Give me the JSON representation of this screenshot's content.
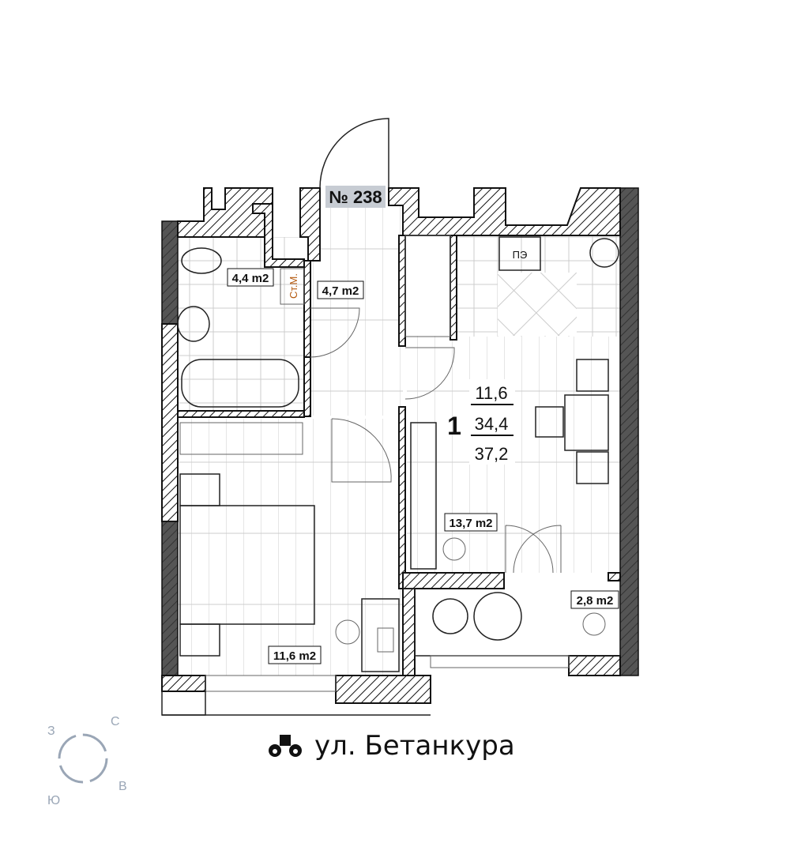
{
  "plan": {
    "apartment_number": "№ 238",
    "rooms_count": "1",
    "area_living": "11,6",
    "area_total": "34,4",
    "area_with_balcony": "37,2",
    "rooms": [
      {
        "name": "bathroom",
        "area": "4,4 m2"
      },
      {
        "name": "hallway",
        "area": "4,7 m2"
      },
      {
        "name": "kitchen-living",
        "area": "13,7 m2"
      },
      {
        "name": "bedroom",
        "area": "11,6 m2"
      },
      {
        "name": "balcony",
        "area": "2,8 m2"
      }
    ],
    "riser_label": "Ст.М.",
    "stove_label": "ПЭ"
  },
  "compass": {
    "north": "С",
    "west": "З",
    "east": "В",
    "south": "Ю",
    "color": "#9aa6b6"
  },
  "street": {
    "label": "ул. Бетанкура",
    "icon": "binoculars-icon"
  }
}
